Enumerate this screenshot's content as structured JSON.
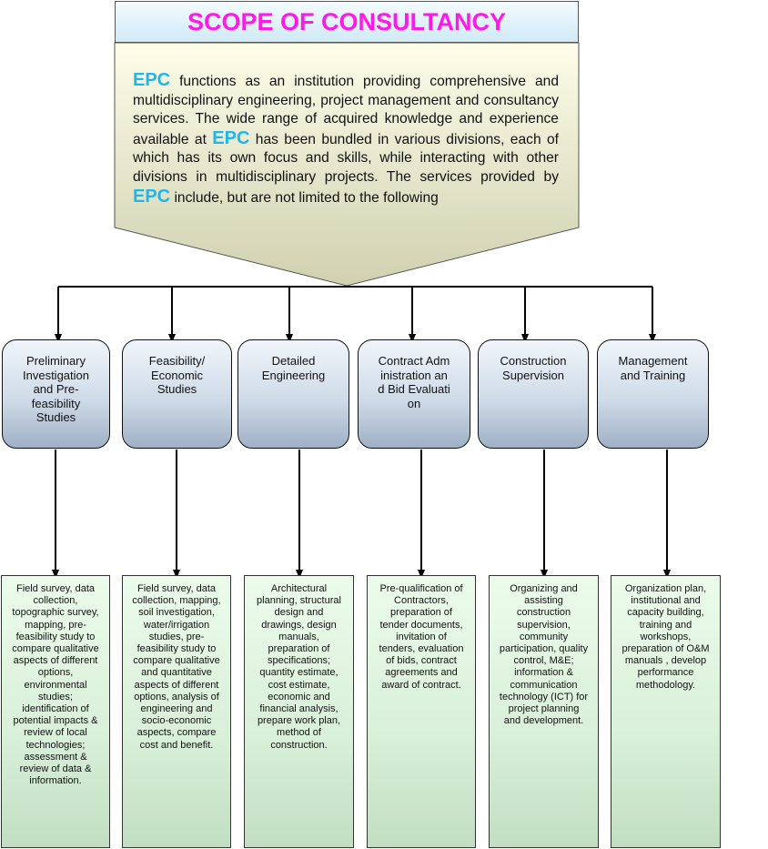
{
  "title": "SCOPE OF CONSULTANCY",
  "intro": {
    "brand": "EPC",
    "part1": " functions as an institution providing comprehensive and multidisciplinary engineering, project management and consultancy services. The wide range of acquired knowledge and experience available at ",
    "part2": " has been bundled in various divisions, each of which has its own focus and skills, while interacting with other divisions in multidisciplinary projects. The services provided by ",
    "part3": " include, but are not limited to the following"
  },
  "divisions": [
    {
      "label": "Preliminary Investigation and Pre-feasibility Studies",
      "details": "Field survey, data collection, topographic survey, mapping, pre-feasibility study to compare qualitative aspects of different options, environmental studies; identification of potential impacts & review of local technologies; assessment & review of data & information."
    },
    {
      "label": "Feasibility/ Economic Studies",
      "details": "Field survey, data collection, mapping, soil investigation, water/irrigation studies, pre-feasibility study to compare qualitative and quantitative aspects of different options, analysis of engineering and socio-economic aspects, compare cost and benefit."
    },
    {
      "label": "Detailed Engineering",
      "details": "Architectural planning, structural design and drawings, design manuals, preparation of specifications; quantity estimate, cost estimate, economic and financial analysis, prepare work plan, method of construction."
    },
    {
      "label": "Contract Administration and Bid Evaluation",
      "details": "Pre-qualification of Contractors, preparation of tender documents, invitation of tenders, evaluation of bids, contract agreements and award of contract."
    },
    {
      "label": "Construction Supervision",
      "details": "Organizing and assisting construction supervision, community participation, quality control, M&E; information & communication technology (ICT) for project planning and development."
    },
    {
      "label": "Management and Training",
      "details": "Organization plan, institutional and capacity building, training and workshops, preparation of O&M manuals , develop performance methodology."
    }
  ],
  "colors": {
    "title": "#ff19e6",
    "brand": "#1fb6ef",
    "pentagon_top": "#fdfde9",
    "pentagon_bottom": "#d0d2b2"
  }
}
